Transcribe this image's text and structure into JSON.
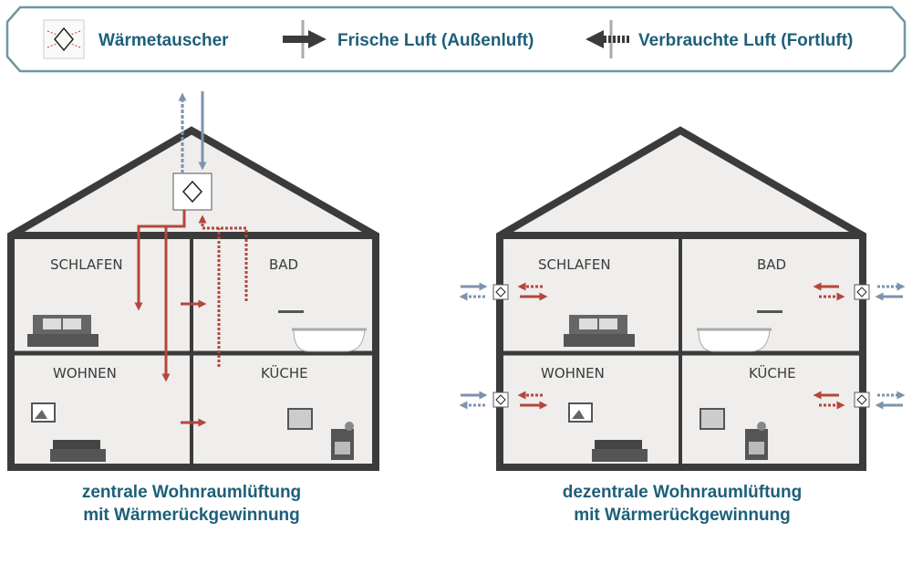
{
  "legend": {
    "heat_exchanger": "Wärmetauscher",
    "fresh_air": "Frische Luft (Außenluft)",
    "exhaust_air": "Verbrauchte Luft (Fortluft)"
  },
  "houses": [
    {
      "rooms": [
        "SCHLAFEN",
        "BAD",
        "WOHNEN",
        "KÜCHE"
      ],
      "caption": [
        "zentrale Wohnraumlüftung",
        "mit Wärmerückgewinnung"
      ]
    },
    {
      "rooms": [
        "SCHLAFEN",
        "BAD",
        "WOHNEN",
        "KÜCHE"
      ],
      "caption": [
        "dezentrale Wohnraumlüftung",
        "mit Wärmerückgewinnung"
      ]
    }
  ],
  "colors": {
    "text": "#1d5f7a",
    "frame": "#6f96a6",
    "wall": "#3b3b3b",
    "interior": "#efeeec",
    "fresh": "#b5463d",
    "outside": "#7d93ad"
  }
}
